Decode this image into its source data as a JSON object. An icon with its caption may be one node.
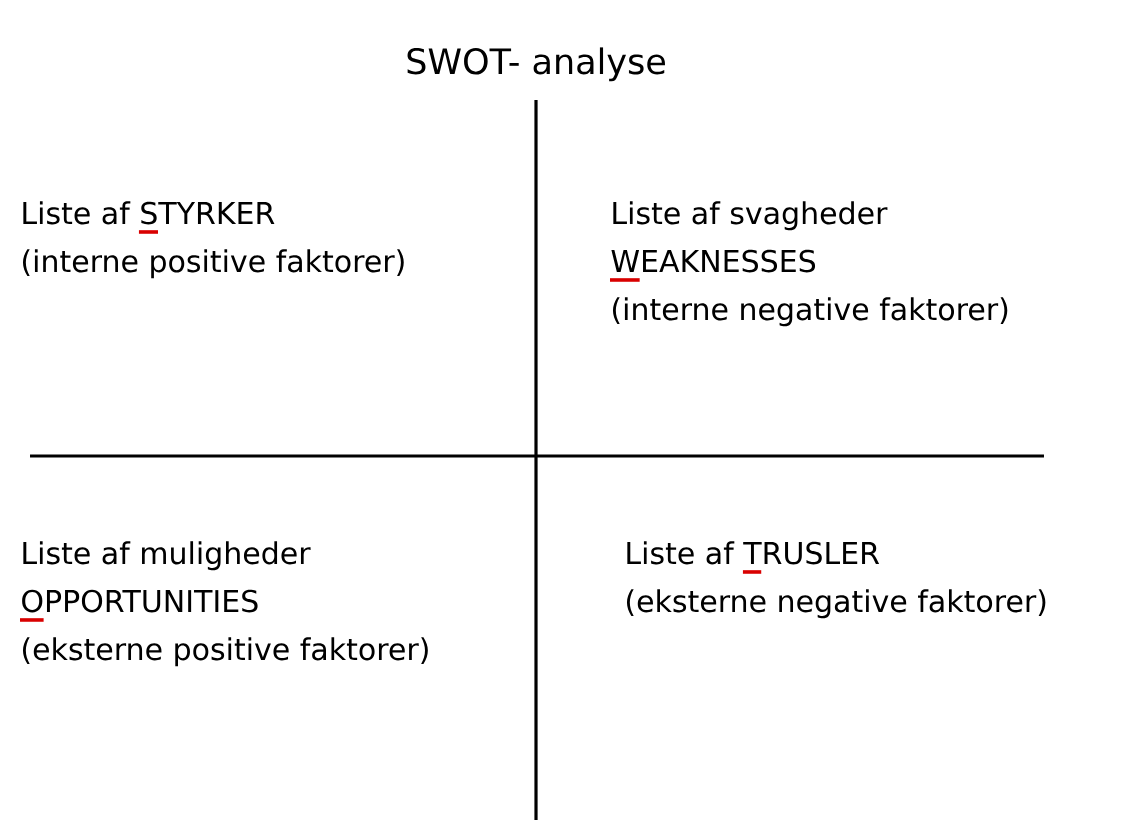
{
  "diagram": {
    "title": "SWOT- analyse",
    "labels": [
      "Liste af STYRKER",
      "(interne positive faktorer)",
      "Liste af svagheder",
      "WEAKNESSES",
      "(interne negative faktorer)",
      "Liste af muligheder",
      "OPPORTUNITIES",
      "(eksterne positive faktorer)",
      "Liste af TRUSLER",
      "(eksterne negative faktorer)"
    ]
  }
}
